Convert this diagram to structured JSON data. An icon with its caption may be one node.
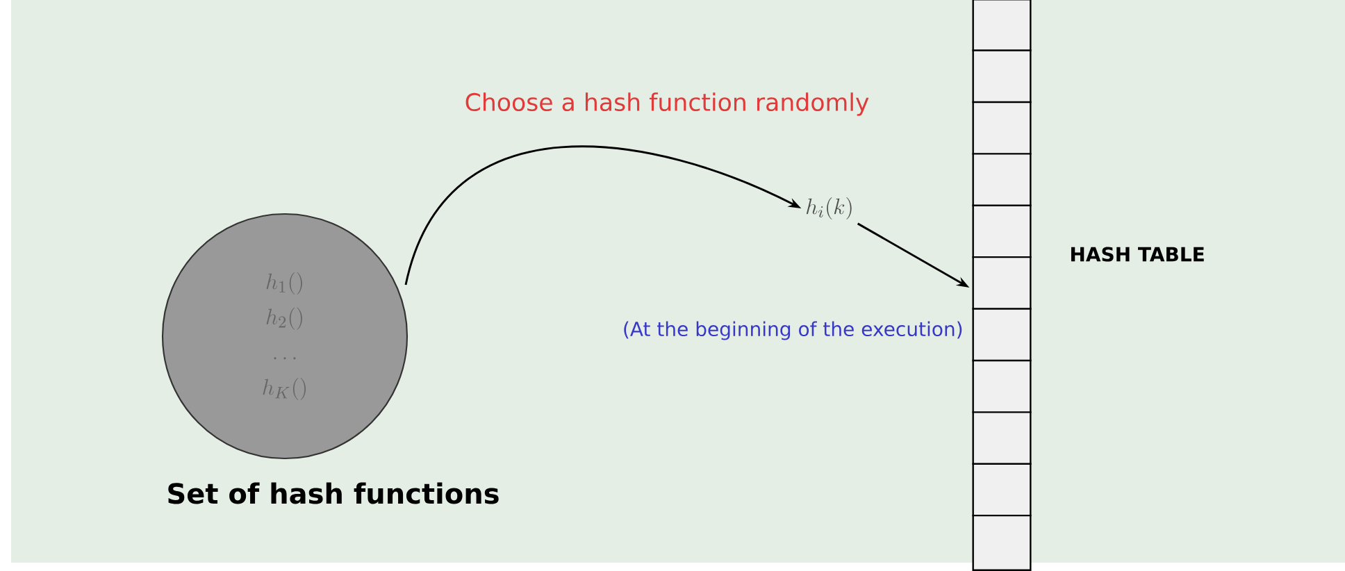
{
  "diagram": {
    "nodes": [
      {
        "text": [
          "h_1()",
          "h_2()",
          "\\dots",
          "h_K()"
        ],
        "beside": [
          "Set of hash functions"
        ]
      },
      {
        "text": [
          "h_i(k)"
        ]
      },
      {
        "text": [],
        "shape": "box",
        "beside": [
          "HASH TABLE"
        ]
      }
    ],
    "edges": [
      {
        "from": 0,
        "to": 1,
        "arrow": "to",
        "label": "Choose a hash function randomly"
      },
      {
        "from": 1,
        "to": 2,
        "arrow": "to"
      }
    ],
    "labels": [
      "(At the beginning of the execution)"
    ]
  }
}
